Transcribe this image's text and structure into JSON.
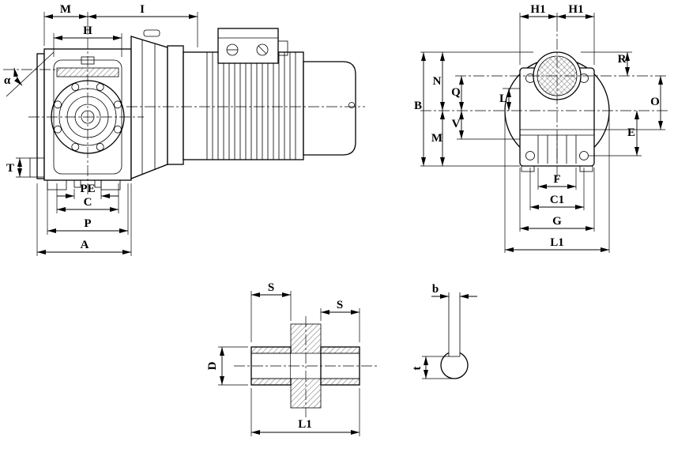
{
  "colors": {
    "line": "#000000",
    "background": "#ffffff"
  },
  "drawing": {
    "side_view": {
      "M": "M",
      "I": "I",
      "H": "H",
      "alpha": "α",
      "T": "T",
      "PE": "PE",
      "C": "C",
      "P": "P",
      "A": "A"
    },
    "front_view": {
      "H1_left": "H1",
      "H1_right": "H1",
      "B": "B",
      "N": "N",
      "Q": "Q",
      "M": "M",
      "V": "V",
      "L": "L",
      "R": "R",
      "O": "O",
      "E": "E",
      "F": "F",
      "C1": "C1",
      "G": "G",
      "L1": "L1"
    },
    "shaft_view": {
      "S_left": "S",
      "S_right": "S",
      "D": "D",
      "L1": "L1"
    },
    "keyway_view": {
      "b": "b",
      "t": "t"
    }
  }
}
